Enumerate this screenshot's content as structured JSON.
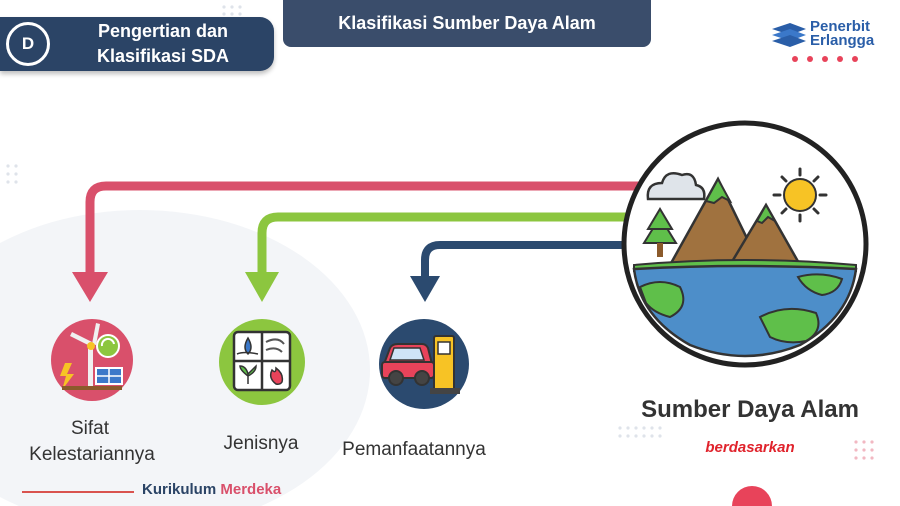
{
  "header": {
    "section_letter": "D",
    "section_title_line1": "Pengertian dan",
    "section_title_line2": "Klasifikasi SDA",
    "page_title": "Klasifikasi Sumber Daya Alam"
  },
  "logo": {
    "line1": "Penerbit",
    "line2": "Erlangga"
  },
  "diagram": {
    "source": {
      "label": "Sumber Daya Alam",
      "sublabel": "berdasarkan",
      "icon": "nature-landscape-icon"
    },
    "branches": [
      {
        "label_line1": "Sifat",
        "label_line2": "Kelestariannya",
        "icon": "renewable-energy-icon",
        "color": "#d9506b"
      },
      {
        "label": "Jenisnya",
        "icon": "resource-types-icon",
        "color": "#8cc63f"
      },
      {
        "label": "Pemanfaatannya",
        "icon": "car-fuel-icon",
        "color": "#2b4a6f"
      }
    ]
  },
  "footer": {
    "word1": "Kurikulum",
    "word2": "Merdeka"
  },
  "colors": {
    "navy": "#2b4466",
    "accent_red": "#d9506b",
    "green": "#8cc63f",
    "brand_blue": "#2a5ea8"
  }
}
